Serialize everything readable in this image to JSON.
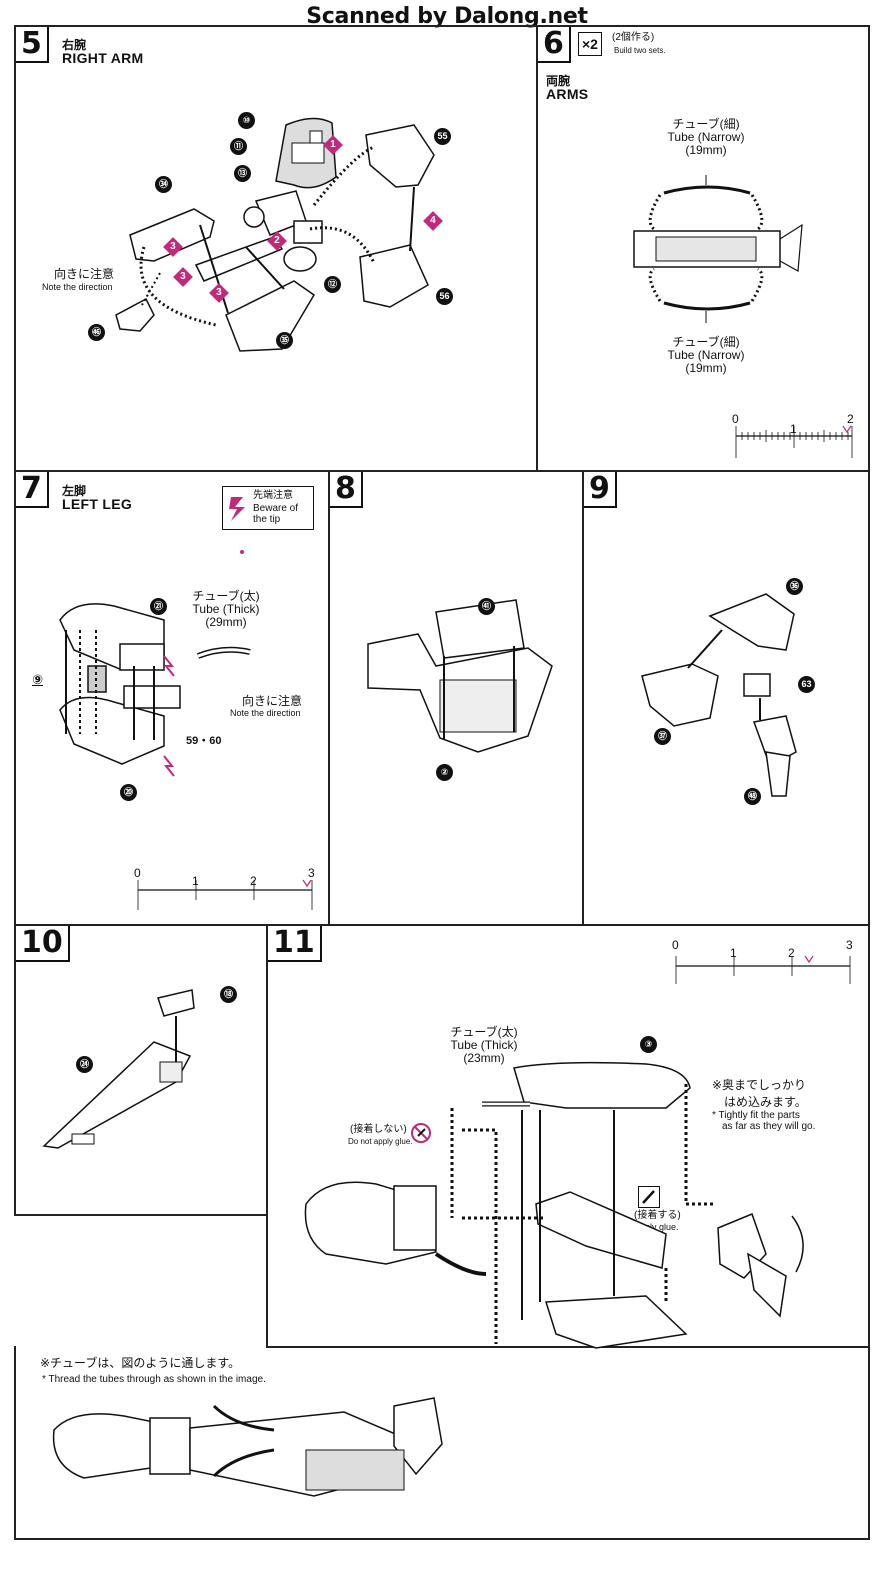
{
  "header": {
    "title": "Scanned by Dalong.net"
  },
  "steps": {
    "s5": {
      "num": "5",
      "jp": "右腕",
      "en": "RIGHT ARM",
      "note_jp": "向きに注意",
      "note_en": "Note the direction",
      "parts": [
        "⑩",
        "⑪",
        "⑬",
        "㉞",
        "㊻",
        "㉟",
        "⑫",
        "55",
        "56"
      ],
      "markers": [
        "1",
        "2",
        "3",
        "3",
        "3",
        "4"
      ]
    },
    "s6": {
      "num": "6",
      "qty": "×2",
      "qty_jp": "(2個作る)",
      "qty_en": "Build two sets.",
      "jp": "両腕",
      "en": "ARMS",
      "tube_jp": "チューブ(細)",
      "tube_en": "Tube (Narrow)",
      "tube_len": "(19mm)",
      "ruler": [
        "0",
        "1",
        "2"
      ]
    },
    "s7": {
      "num": "7",
      "jp": "左脚",
      "en": "LEFT LEG",
      "warn_jp": "先端注意",
      "warn_en": "Beware of the tip",
      "tube_jp": "チューブ(太)",
      "tube_en": "Tube (Thick)",
      "tube_len": "(29mm)",
      "note_jp": "向きに注意",
      "note_en": "Note the direction",
      "parts": [
        "㉑",
        "⑨",
        "59・60",
        "⑳"
      ],
      "ruler": [
        "0",
        "1",
        "2",
        "3"
      ]
    },
    "s8": {
      "num": "8",
      "parts": [
        "㊶",
        "②"
      ]
    },
    "s9": {
      "num": "9",
      "parts": [
        "㊱",
        "63",
        "㊲",
        "㊽"
      ]
    },
    "s10": {
      "num": "10",
      "parts": [
        "⑱",
        "㉔"
      ]
    },
    "s11": {
      "num": "11",
      "tube_jp": "チューブ(太)",
      "tube_en": "Tube (Thick)",
      "tube_len": "(23mm)",
      "noglue_jp": "(接着しない)",
      "noglue_en": "Do not apply glue.",
      "glue_jp": "(接着する)",
      "glue_en": "Apply glue.",
      "fit_jp1": "※奥までしっかり",
      "fit_jp2": "はめ込みます。",
      "fit_en1": "* Tightly fit the parts",
      "fit_en2": "as far as they will go.",
      "thread_jp": "※チューブは、図のように通します。",
      "thread_en": "* Thread the tubes through as shown in the image.",
      "parts": [
        "③"
      ],
      "ruler": [
        "0",
        "1",
        "2",
        "3"
      ]
    }
  },
  "colors": {
    "accent": "#c2297a",
    "ink": "#111111"
  },
  "icons": [
    "marker-diamond-icon",
    "lightning-warning-icon",
    "no-glue-icon",
    "glue-tube-icon"
  ]
}
